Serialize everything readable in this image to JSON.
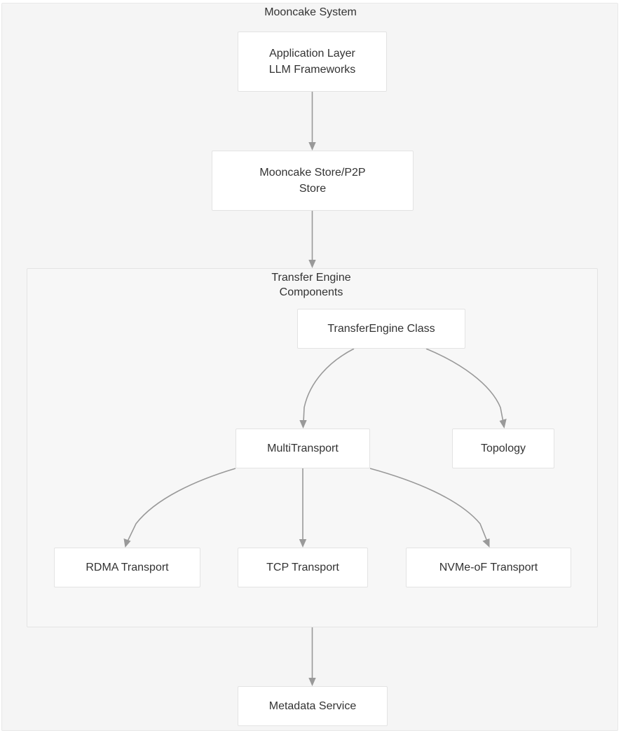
{
  "diagram": {
    "type": "flowchart",
    "direction": "top-down",
    "title": "Mooncake System",
    "clusters": [
      {
        "id": "mooncake-system",
        "label": "Mooncake System"
      },
      {
        "id": "transfer-engine-components",
        "label": "Transfer Engine\nComponents"
      }
    ],
    "nodes": [
      {
        "id": "app-layer",
        "label": "Application Layer\nLLM Frameworks"
      },
      {
        "id": "mooncake-store",
        "label": "Mooncake Store/P2P\nStore"
      },
      {
        "id": "transfer-engine",
        "label": "TransferEngine Class"
      },
      {
        "id": "multitransport",
        "label": "MultiTransport"
      },
      {
        "id": "topology",
        "label": "Topology"
      },
      {
        "id": "rdma-transport",
        "label": "RDMA Transport"
      },
      {
        "id": "tcp-transport",
        "label": "TCP Transport"
      },
      {
        "id": "nvme-transport",
        "label": "NVMe-oF Transport"
      },
      {
        "id": "metadata-service",
        "label": "Metadata Service"
      }
    ],
    "edges": [
      {
        "from": "app-layer",
        "to": "mooncake-store",
        "style": "arrow"
      },
      {
        "from": "mooncake-store",
        "to": "transfer-engine",
        "style": "arrow"
      },
      {
        "from": "transfer-engine",
        "to": "multitransport",
        "style": "arrow"
      },
      {
        "from": "transfer-engine",
        "to": "topology",
        "style": "arrow"
      },
      {
        "from": "multitransport",
        "to": "rdma-transport",
        "style": "arrow"
      },
      {
        "from": "multitransport",
        "to": "tcp-transport",
        "style": "arrow"
      },
      {
        "from": "multitransport",
        "to": "nvme-transport",
        "style": "arrow"
      },
      {
        "from": "multitransport",
        "to": "metadata-service",
        "style": "arrow"
      }
    ],
    "colors": {
      "node_fill": "#ffffff",
      "node_border": "#e3e3e3",
      "cluster_fill": "#f5f5f5",
      "cluster_border": "#e8e8e8",
      "edge_stroke": "#999999",
      "text": "#333333"
    }
  }
}
